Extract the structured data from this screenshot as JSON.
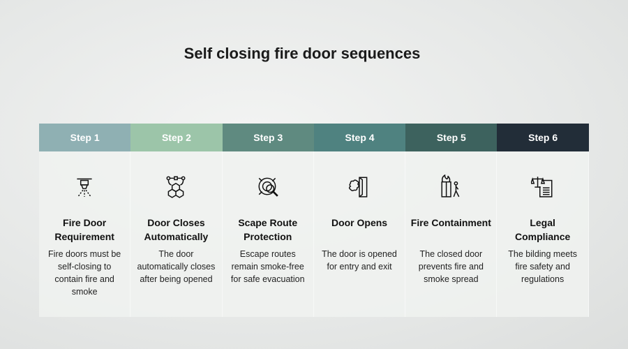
{
  "title": "Self closing fire door sequences",
  "steps": [
    {
      "label": "Step 1",
      "heading": "Fire Door Requirement",
      "desc": "Fire doors must be self-closing to contain fire and smoke",
      "color": "#8fb0b3",
      "icon": "sprinkler-icon"
    },
    {
      "label": "Step 2",
      "heading": "Door Closes Automatically",
      "desc": "The door automatically closes after being opened",
      "color": "#9cc5a9",
      "icon": "cubes-network-icon"
    },
    {
      "label": "Step 3",
      "heading": "Scape Route Protection",
      "desc": "Escape routes remain smoke-free for safe evacuation",
      "color": "#5f8a80",
      "icon": "route-search-icon"
    },
    {
      "label": "Step 4",
      "heading": "Door Opens",
      "desc": "The door is opened for entry and exit",
      "color": "#4f8280",
      "icon": "smoke-door-icon"
    },
    {
      "label": "Step 5",
      "heading": "Fire Containment",
      "desc": "The closed door prevents fire and smoke spread",
      "color": "#3d625e",
      "icon": "fire-door-person-icon"
    },
    {
      "label": "Step 6",
      "heading": "Legal Compliance",
      "desc": "The bilding meets fire safety and regulations",
      "color": "#222d38",
      "icon": "scales-document-icon"
    }
  ]
}
